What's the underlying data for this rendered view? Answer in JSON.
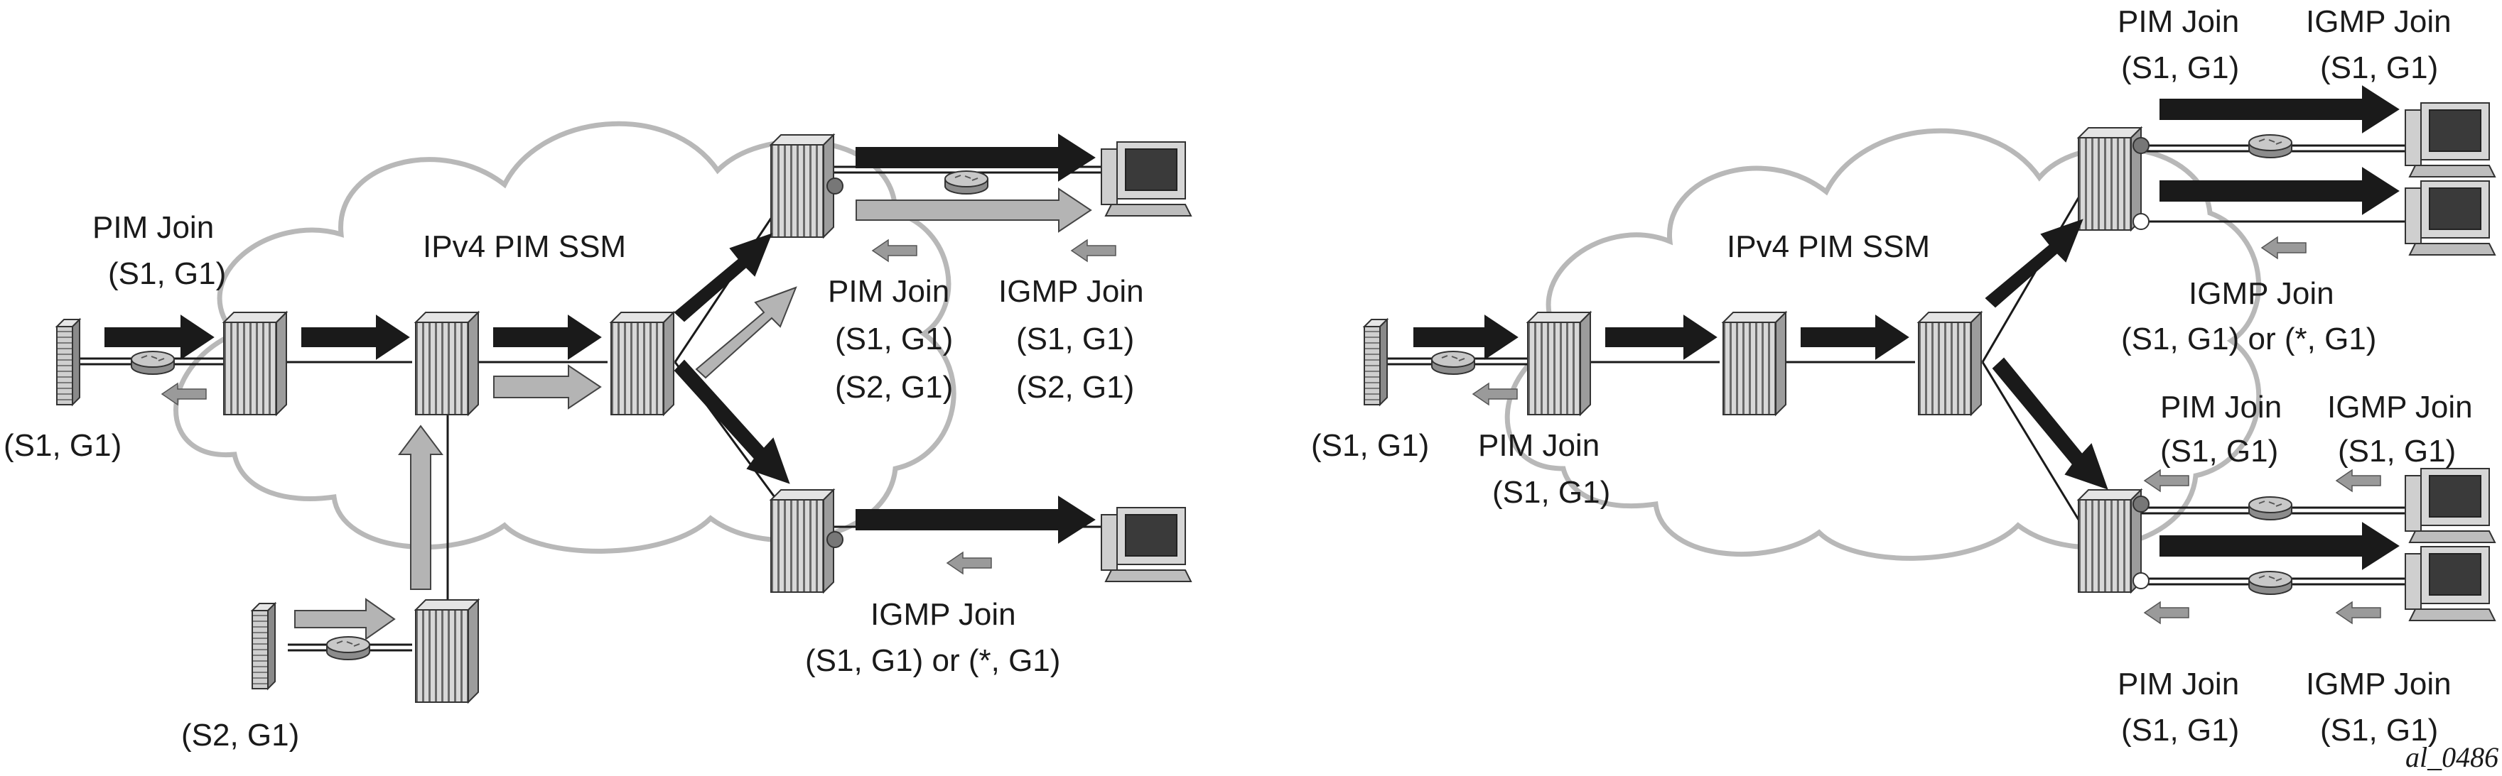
{
  "figure_id": "al_0486",
  "left_diagram": {
    "cloud_label": "IPv4 PIM SSM",
    "source1_label": "(S1, G1)",
    "source2_label": "(S2, G1)",
    "source_join": {
      "title": "PIM Join",
      "group": "(S1, G1)"
    },
    "upper_pim_join": {
      "title": "PIM Join",
      "line1": "(S1, G1)",
      "line2": "(S2, G1)"
    },
    "upper_igmp_join": {
      "title": "IGMP Join",
      "line1": "(S1, G1)",
      "line2": "(S2, G1)"
    },
    "lower_igmp_join": {
      "title": "IGMP Join",
      "line1": "(S1, G1) or (*, G1)"
    }
  },
  "right_diagram": {
    "cloud_label": "IPv4 PIM SSM",
    "source1_label": "(S1, G1)",
    "source_join": {
      "title": "PIM Join",
      "group": "(S1, G1)"
    },
    "top_pim_join": {
      "title": "PIM Join",
      "group": "(S1, G1)"
    },
    "top_igmp_join": {
      "title": "IGMP Join",
      "group": "(S1, G1)"
    },
    "mid_igmp_join": {
      "title": "IGMP Join",
      "group": "(S1, G1) or (*, G1)"
    },
    "low_pim_join_top": {
      "title": "PIM Join",
      "group": "(S1, G1)"
    },
    "low_igmp_join_top": {
      "title": "IGMP Join",
      "group": "(S1, G1)"
    },
    "low_pim_join_bottom": {
      "title": "PIM Join",
      "group": "(S1, G1)"
    },
    "low_igmp_join_bottom": {
      "title": "IGMP Join",
      "group": "(S1, G1)"
    }
  },
  "colors": {
    "stream": "#1a1a1a",
    "secondary_stream": "#b4b4b4",
    "join_arrow": "#9a9a9a",
    "cloud_stroke": "#b8b8b8",
    "router_fill": "#d4d4d4"
  }
}
